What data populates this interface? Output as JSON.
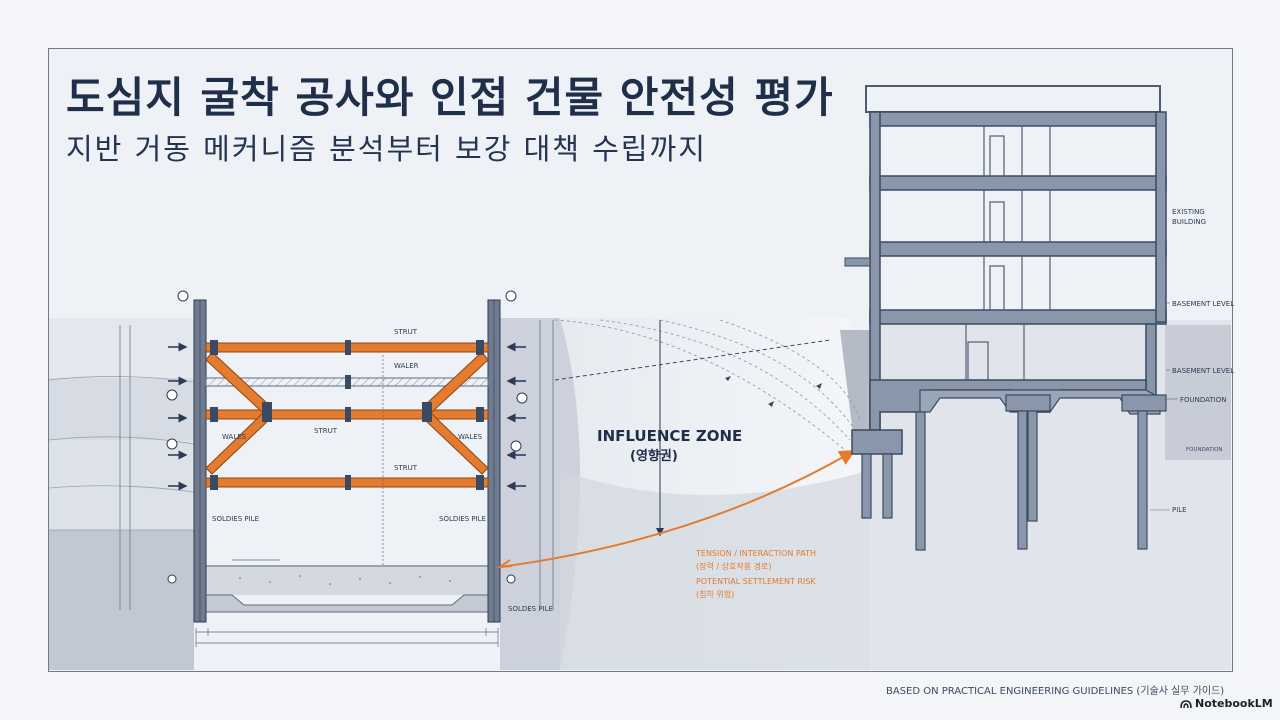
{
  "title": "도심지 굴착 공사와 인접 건물 안전성 평가",
  "subtitle": "지반 거동 메커니즘 분석부터 보강 대책 수립까지",
  "excavation": {
    "labels": {
      "strut_top": "STRUT",
      "waler": "WALER",
      "strut_mid": "STRUT",
      "strut_low": "STRUT",
      "wales_left": "WALES",
      "wales_right": "WALES",
      "soldier_pile_left": "SOLDIES PILE",
      "soldier_pile_right": "SOLDIES PILE",
      "soldier_pile_bottom": "SOLDES PILE"
    }
  },
  "influence_zone": {
    "title": "INFLUENCE ZONE",
    "subtitle": "(영향권)"
  },
  "annotations": {
    "tension_path": "TENSION / INTERACTION PATH",
    "tension_path_ko": "(장력 / 상호작용 경로)",
    "settlement_risk": "POTENTIAL SETTLEMENT RISK",
    "settlement_risk_ko": "(침하 위험)"
  },
  "building": {
    "labels": {
      "existing": "EXISTING",
      "existing2": "BUILDING",
      "basement1": "BASEMENT LEVEL",
      "basement2": "BASEMENT LEVEL",
      "foundation": "FOUNDATION",
      "foundation_small": "FOUNDATION",
      "pile": "PILE"
    }
  },
  "footer": "BASED ON PRACTICAL ENGINEERING GUIDELINES (기술사 실무 가이드)",
  "brand": "NotebookLM",
  "colors": {
    "accent_orange": "#e47b2f",
    "navy": "#243451",
    "steel": "#5c6a80"
  }
}
